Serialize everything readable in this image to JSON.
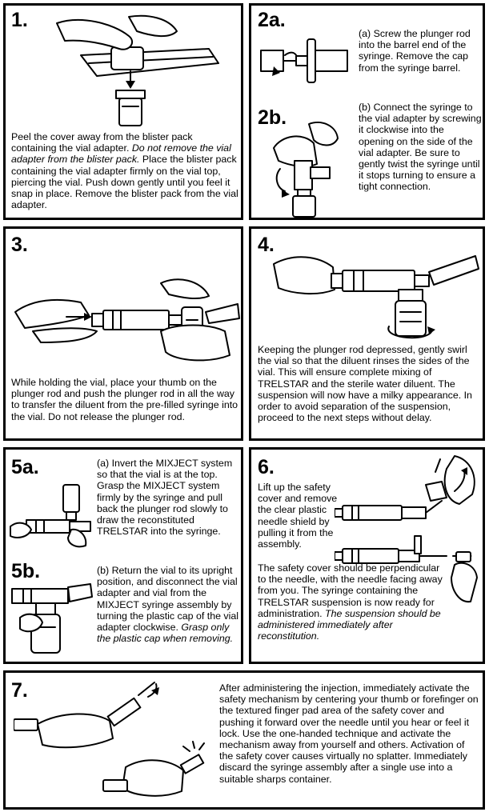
{
  "steps": {
    "s1": {
      "number": "1.",
      "text_a": "Peel the cover away from the blister pack containing the vial adapter. ",
      "text_b": "Do not remove the vial adapter from the blister pack.",
      "text_c": " Place the blister pack containing the vial adapter firmly on the vial top, piercing the vial. Push down gently until you feel it snap in place. Remove the blister pack from the vial adapter."
    },
    "s2a": {
      "number": "2a.",
      "text": "(a) Screw the plunger rod into the barrel end of the syringe. Remove the cap from the syringe barrel."
    },
    "s2b": {
      "number": "2b.",
      "text": "(b) Connect the syringe to the vial adapter by screwing it clockwise into the opening on the side of the vial adapter. Be sure to gently twist the syringe until it stops turning to ensure a tight connection."
    },
    "s3": {
      "number": "3.",
      "text": "While holding the vial, place your thumb on the plunger rod and push the plunger rod in all the way to transfer the diluent from the pre-filled syringe into the vial. Do not release the plunger rod."
    },
    "s4": {
      "number": "4.",
      "text": "Keeping the plunger rod depressed, gently swirl the vial so that the diluent rinses the sides of the vial. This will ensure complete mixing of TRELSTAR and the sterile water diluent. The suspension will now have a milky appearance. In order to avoid separation of the suspension, proceed to the next steps without delay."
    },
    "s5a": {
      "number": "5a.",
      "text": "(a) Invert the MIXJECT system so that the vial is at the top. Grasp the MIXJECT system firmly by the syringe and pull back the plunger rod slowly to draw the reconstituted TRELSTAR into the syringe."
    },
    "s5b": {
      "number": "5b.",
      "text_a": "(b) Return the vial to its upright position, and disconnect the vial adapter and vial from the MIXJECT syringe assembly by turning the plastic cap of the vial adapter clockwise. ",
      "text_b": "Grasp only the plastic cap when removing."
    },
    "s6": {
      "number": "6.",
      "text_top": "Lift up the safety cover and remove the clear plastic needle shield by pulling it from the assembly.",
      "text_a": "The safety cover should be perpendicular to the needle, with the needle facing away from you. The syringe containing the TRELSTAR suspension is now ready for administration. ",
      "text_b": "The suspension should be administered immediately after reconstitution."
    },
    "s7": {
      "number": "7.",
      "text": "After administering the injection, immediately activate the safety mechanism by centering your thumb or forefinger on the textured finger pad area of the safety cover and pushing it forward over the needle until you hear or feel it lock. Use the one-handed technique and activate the mechanism away from yourself and others. Activation of the safety cover causes virtually no splatter. Immediately discard the syringe assembly after a single use into a suitable sharps container."
    }
  }
}
